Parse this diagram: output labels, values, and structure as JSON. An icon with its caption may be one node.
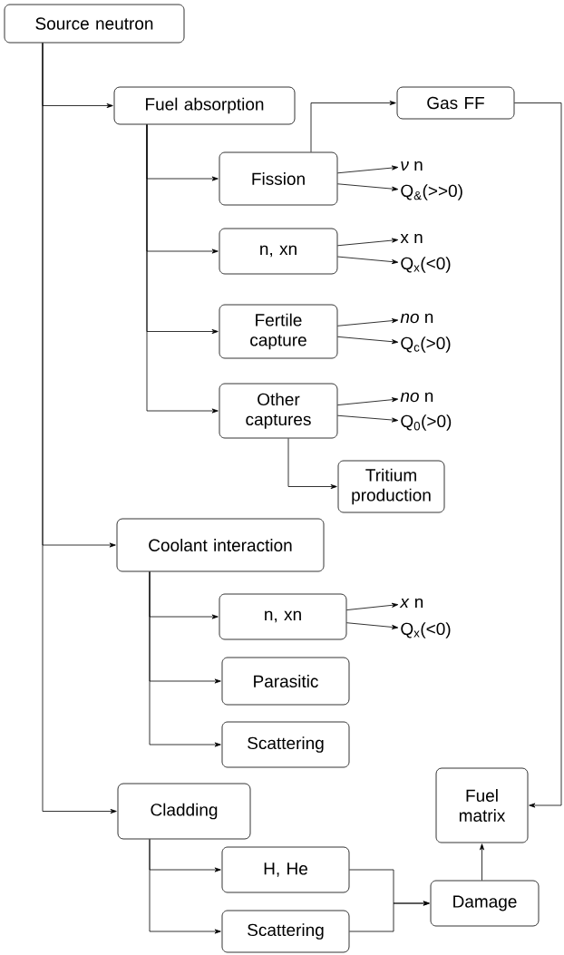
{
  "diagram": {
    "nodes": [
      {
        "text": [
          "Source neutron"
        ]
      },
      {
        "text": [
          "Fuel absorption"
        ]
      },
      {
        "text": [
          "Gas FF"
        ]
      },
      {
        "text": [
          "Fission"
        ]
      },
      {
        "text": [
          "*ν* n"
        ]
      },
      {
        "text": [
          "Q$_{&}$(>>0)"
        ]
      },
      {
        "text": [
          "n, xn"
        ]
      },
      {
        "text": [
          "x n"
        ]
      },
      {
        "text": [
          "Q$_{x}$(<0)"
        ]
      },
      {
        "text": [
          "Fertile capture"
        ]
      },
      {
        "text": [
          "*no* n"
        ]
      },
      {
        "text": [
          "Q$_{c}$(>0)"
        ]
      },
      {
        "text": [
          "Other captures"
        ]
      },
      {
        "text": [
          "*no* n"
        ]
      },
      {
        "text": [
          "Q$_{0}$(>0)"
        ]
      },
      {
        "text": [
          "Tritium production"
        ]
      },
      {
        "text": [
          "Coolant interaction"
        ]
      },
      {
        "text": [
          "n, xn"
        ]
      },
      {
        "text": [
          "*x* n"
        ]
      },
      {
        "text": [
          "Q$_{x}$(<0)"
        ]
      },
      {
        "text": [
          "Parasitic"
        ]
      },
      {
        "text": [
          "Scattering"
        ]
      },
      {
        "text": [
          "Cladding"
        ]
      },
      {
        "text": [
          "H, He"
        ]
      },
      {
        "text": [
          "Scattering"
        ]
      },
      {
        "text": [
          "Damage"
        ]
      },
      {
        "text": [
          "Fuel matrix"
        ]
      }
    ],
    "edges": [
      {
        "from": 0,
        "to": 1,
        "arrow": "to"
      },
      {
        "from": 0,
        "to": 16,
        "arrow": "to"
      },
      {
        "from": 0,
        "to": 22,
        "arrow": "to"
      },
      {
        "from": 3,
        "to": 2,
        "arrow": "to"
      },
      {
        "from": 1,
        "to": 3,
        "arrow": "to"
      },
      {
        "from": 1,
        "to": 6,
        "arrow": "to"
      },
      {
        "from": 1,
        "to": 9,
        "arrow": "to"
      },
      {
        "from": 1,
        "to": 12,
        "arrow": "to"
      },
      {
        "from": 3,
        "to": 4,
        "arrow": "to"
      },
      {
        "from": 3,
        "to": 5,
        "arrow": "to"
      },
      {
        "from": 6,
        "to": 7,
        "arrow": "to"
      },
      {
        "from": 6,
        "to": 8,
        "arrow": "to"
      },
      {
        "from": 9,
        "to": 10,
        "arrow": "to"
      },
      {
        "from": 9,
        "to": 11,
        "arrow": "to"
      },
      {
        "from": 12,
        "to": 13,
        "arrow": "to"
      },
      {
        "from": 12,
        "to": 14,
        "arrow": "to"
      },
      {
        "from": 12,
        "to": 15,
        "arrow": "to"
      },
      {
        "from": 16,
        "to": 17,
        "arrow": "to"
      },
      {
        "from": 16,
        "to": 20,
        "arrow": "to"
      },
      {
        "from": 16,
        "to": 21,
        "arrow": "to"
      },
      {
        "from": 17,
        "to": 18,
        "arrow": "to"
      },
      {
        "from": 17,
        "to": 19,
        "arrow": "to"
      },
      {
        "from": 22,
        "to": 23,
        "arrow": "to"
      },
      {
        "from": 22,
        "to": 24,
        "arrow": "to"
      },
      {
        "from": 23,
        "to": 25,
        "arrow": "to"
      },
      {
        "from": 24,
        "to": 25,
        "arrow": "to"
      },
      {
        "from": 25,
        "to": 26,
        "arrow": "to"
      },
      {
        "from": 2,
        "to": 26,
        "arrow": "to"
      }
    ]
  }
}
